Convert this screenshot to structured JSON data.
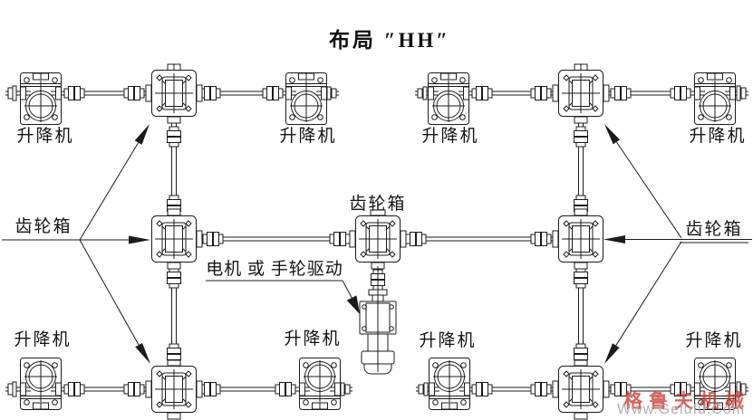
{
  "title": "布局 ″HH″",
  "labels": {
    "jack": "升降机",
    "gearbox": "齿轮箱",
    "motor_drive": "电机 或 手轮驱动"
  },
  "watermark": {
    "brand": "格鲁夫机械",
    "url": "Www.Gelufu.Com",
    "brand_color": "#ca3c32",
    "url_color": "#aaaaaa"
  },
  "colors": {
    "background": "#ffffff",
    "line": "#1b1b1b",
    "text": "#141414"
  }
}
